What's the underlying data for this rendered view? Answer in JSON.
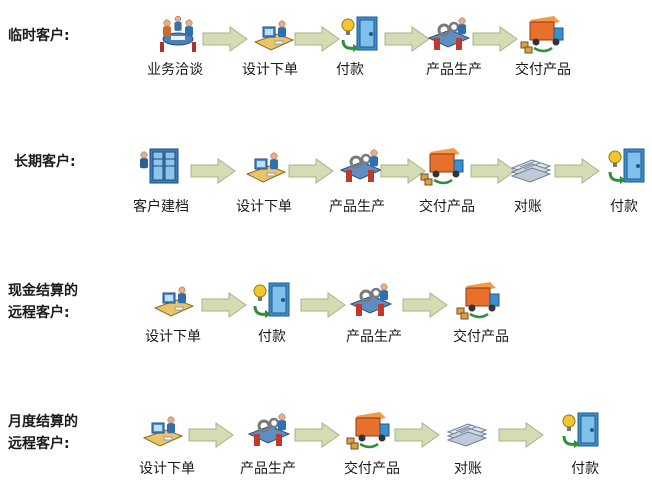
{
  "rows": [
    {
      "label_lines": [
        "临时客户:"
      ],
      "steps": [
        {
          "label": "业务洽谈",
          "icon": "meeting-icon"
        },
        {
          "label": "设计下单",
          "icon": "design-desk-icon"
        },
        {
          "label": "付款",
          "icon": "payment-safe-icon"
        },
        {
          "label": "产品生产",
          "icon": "production-icon"
        },
        {
          "label": "交付产品",
          "icon": "delivery-truck-icon"
        }
      ]
    },
    {
      "label_lines": [
        "长期客户:"
      ],
      "steps": [
        {
          "label": "客户建档",
          "icon": "filing-cabinet-icon"
        },
        {
          "label": "设计下单",
          "icon": "design-desk-icon"
        },
        {
          "label": "产品生产",
          "icon": "production-icon"
        },
        {
          "label": "交付产品",
          "icon": "delivery-truck-icon"
        },
        {
          "label": "对账",
          "icon": "documents-icon"
        },
        {
          "label": "付款",
          "icon": "payment-safe-icon"
        }
      ]
    },
    {
      "label_lines": [
        "现金结算的",
        "远程客户:"
      ],
      "steps": [
        {
          "label": "设计下单",
          "icon": "design-desk-icon"
        },
        {
          "label": "付款",
          "icon": "payment-safe-icon"
        },
        {
          "label": "产品生产",
          "icon": "production-icon"
        },
        {
          "label": "交付产品",
          "icon": "delivery-truck-icon"
        }
      ]
    },
    {
      "label_lines": [
        "月度结算的",
        "远程客户:"
      ],
      "steps": [
        {
          "label": "设计下单",
          "icon": "design-desk-icon"
        },
        {
          "label": "产品生产",
          "icon": "production-icon"
        },
        {
          "label": "交付产品",
          "icon": "delivery-truck-icon"
        },
        {
          "label": "对账",
          "icon": "documents-icon"
        },
        {
          "label": "付款",
          "icon": "payment-safe-icon"
        }
      ]
    }
  ],
  "colors": {
    "arrow_fill": "#d4dcb4",
    "arrow_stroke": "#a9b389",
    "figure_blue": "#2f6fb0",
    "skin": "#e7b08a",
    "truck_orange": "#e8702a",
    "safe_blue": "#3b8fcf",
    "lamp_yellow": "#f3c531",
    "green_arrow": "#2f8f3a"
  }
}
